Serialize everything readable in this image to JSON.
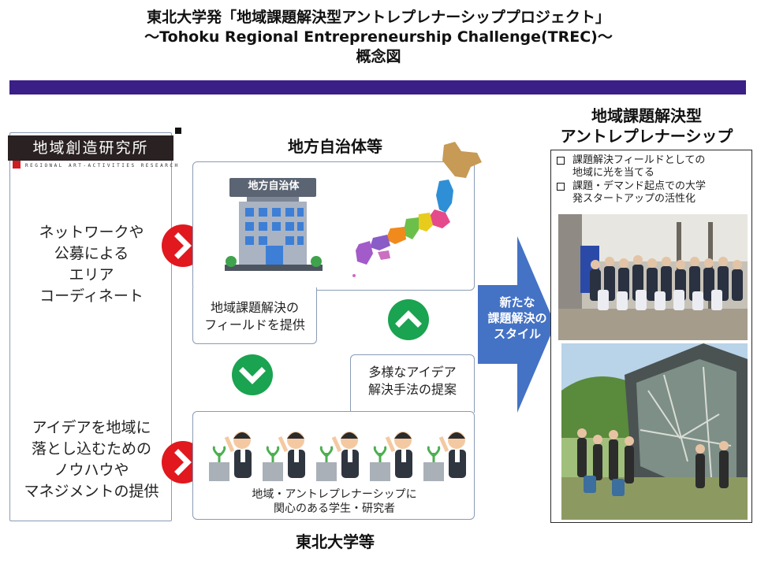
{
  "title": {
    "line1": "東北大学発「地域課題解決型アントレプレナーシッププロジェクト」",
    "line2": "～Tohoku Regional Entrepreneurship Challenge(TREC)～",
    "line3": "概念図"
  },
  "logo": {
    "name": "地域創造研究所",
    "subtitle": "REGIONAL ART-ACTIVITIES RESEARCH"
  },
  "left_panel": {
    "item1": [
      "ネットワークや",
      "公募による",
      "エリア",
      "コーディネート"
    ],
    "item2": [
      "アイデアを地域に",
      "落とし込むための",
      "ノウハウや",
      "マネジメントの提供"
    ]
  },
  "municipality": {
    "heading": "地方自治体等",
    "building_sign": "地方自治体",
    "field_label": [
      "地域課題解決の",
      "フィールドを提供"
    ]
  },
  "university": {
    "heading": "東北大学等",
    "caption": [
      "地域・アントレプレナーシップに",
      "関心のある学生・研究者"
    ],
    "ideas_label": [
      "多様なアイデア",
      "解決手法の提案"
    ]
  },
  "arrow": {
    "text": [
      "新たな",
      "課題解決の",
      "スタイル"
    ]
  },
  "right_panel": {
    "heading": [
      "地域課題解決型",
      "アントレプレナーシップ"
    ],
    "bullets": [
      [
        "課題解決フィールドとしての",
        "地域に光を当てる"
      ],
      [
        "課題・デマンド起点での大学",
        "発スタートアップの活性化"
      ]
    ]
  },
  "colors": {
    "title_rule": "#3a1f86",
    "arrow_blue": "#4472c4",
    "red_circle": "#e1181e",
    "green_circle": "#1aa350",
    "box_border": "#8a9bb5"
  }
}
